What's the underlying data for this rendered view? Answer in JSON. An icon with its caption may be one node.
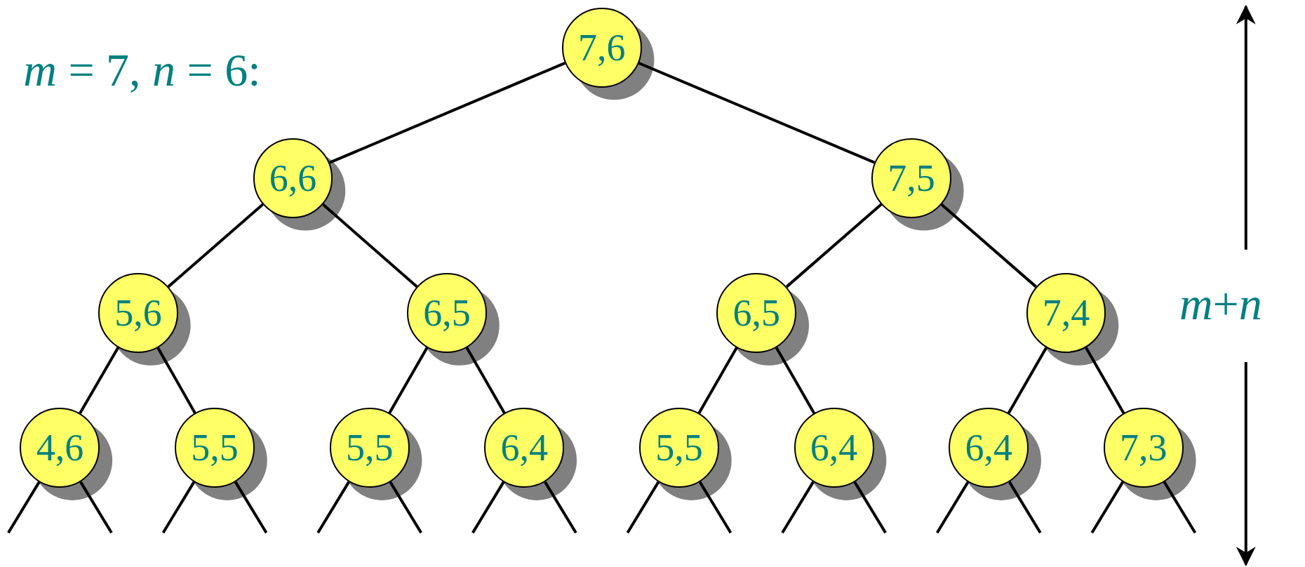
{
  "diagram": {
    "nodes": [
      {
        "text": [
          "7,6"
        ]
      },
      {
        "text": [
          "6,6"
        ]
      },
      {
        "text": [
          "7,5"
        ]
      },
      {
        "text": [
          "5,6"
        ]
      },
      {
        "text": [
          "6,5"
        ]
      },
      {
        "text": [
          "6,5"
        ]
      },
      {
        "text": [
          "7,4"
        ]
      },
      {
        "text": [
          "4,6"
        ]
      },
      {
        "text": [
          "5,5"
        ]
      },
      {
        "text": [
          "5,5"
        ]
      },
      {
        "text": [
          "6,4"
        ]
      },
      {
        "text": [
          "5,5"
        ]
      },
      {
        "text": [
          "6,4"
        ]
      },
      {
        "text": [
          "6,4"
        ]
      },
      {
        "text": [
          "7,3"
        ]
      }
    ],
    "edges": [
      {
        "from": 0,
        "to": 1,
        "arrow": "none"
      },
      {
        "from": 0,
        "to": 2,
        "arrow": "none"
      },
      {
        "from": 1,
        "to": 3,
        "arrow": "none"
      },
      {
        "from": 1,
        "to": 4,
        "arrow": "none"
      },
      {
        "from": 2,
        "to": 5,
        "arrow": "none"
      },
      {
        "from": 2,
        "to": 6,
        "arrow": "none"
      },
      {
        "from": 3,
        "to": 7,
        "arrow": "none"
      },
      {
        "from": 3,
        "to": 8,
        "arrow": "none"
      },
      {
        "from": 4,
        "to": 9,
        "arrow": "none"
      },
      {
        "from": 4,
        "to": 10,
        "arrow": "none"
      },
      {
        "from": 5,
        "to": 11,
        "arrow": "none"
      },
      {
        "from": 5,
        "to": 12,
        "arrow": "none"
      },
      {
        "from": 6,
        "to": 13,
        "arrow": "none"
      },
      {
        "from": 6,
        "to": 14,
        "arrow": "none"
      },
      {
        "from": 7,
        "to": null,
        "arrow": "none"
      },
      {
        "from": 7,
        "to": null,
        "arrow": "none"
      },
      {
        "from": 8,
        "to": null,
        "arrow": "none"
      },
      {
        "from": 8,
        "to": null,
        "arrow": "none"
      },
      {
        "from": 9,
        "to": null,
        "arrow": "none"
      },
      {
        "from": 9,
        "to": null,
        "arrow": "none"
      },
      {
        "from": 10,
        "to": null,
        "arrow": "none"
      },
      {
        "from": 10,
        "to": null,
        "arrow": "none"
      },
      {
        "from": 11,
        "to": null,
        "arrow": "none"
      },
      {
        "from": 11,
        "to": null,
        "arrow": "none"
      },
      {
        "from": 12,
        "to": null,
        "arrow": "none"
      },
      {
        "from": 12,
        "to": null,
        "arrow": "none"
      },
      {
        "from": 13,
        "to": null,
        "arrow": "none"
      },
      {
        "from": 13,
        "to": null,
        "arrow": "none"
      },
      {
        "from": 14,
        "to": null,
        "arrow": "none"
      },
      {
        "from": 14,
        "to": null,
        "arrow": "none"
      }
    ],
    "labels": [
      "*m* = 7, *n* = 6:",
      "*m*+*n*"
    ]
  }
}
